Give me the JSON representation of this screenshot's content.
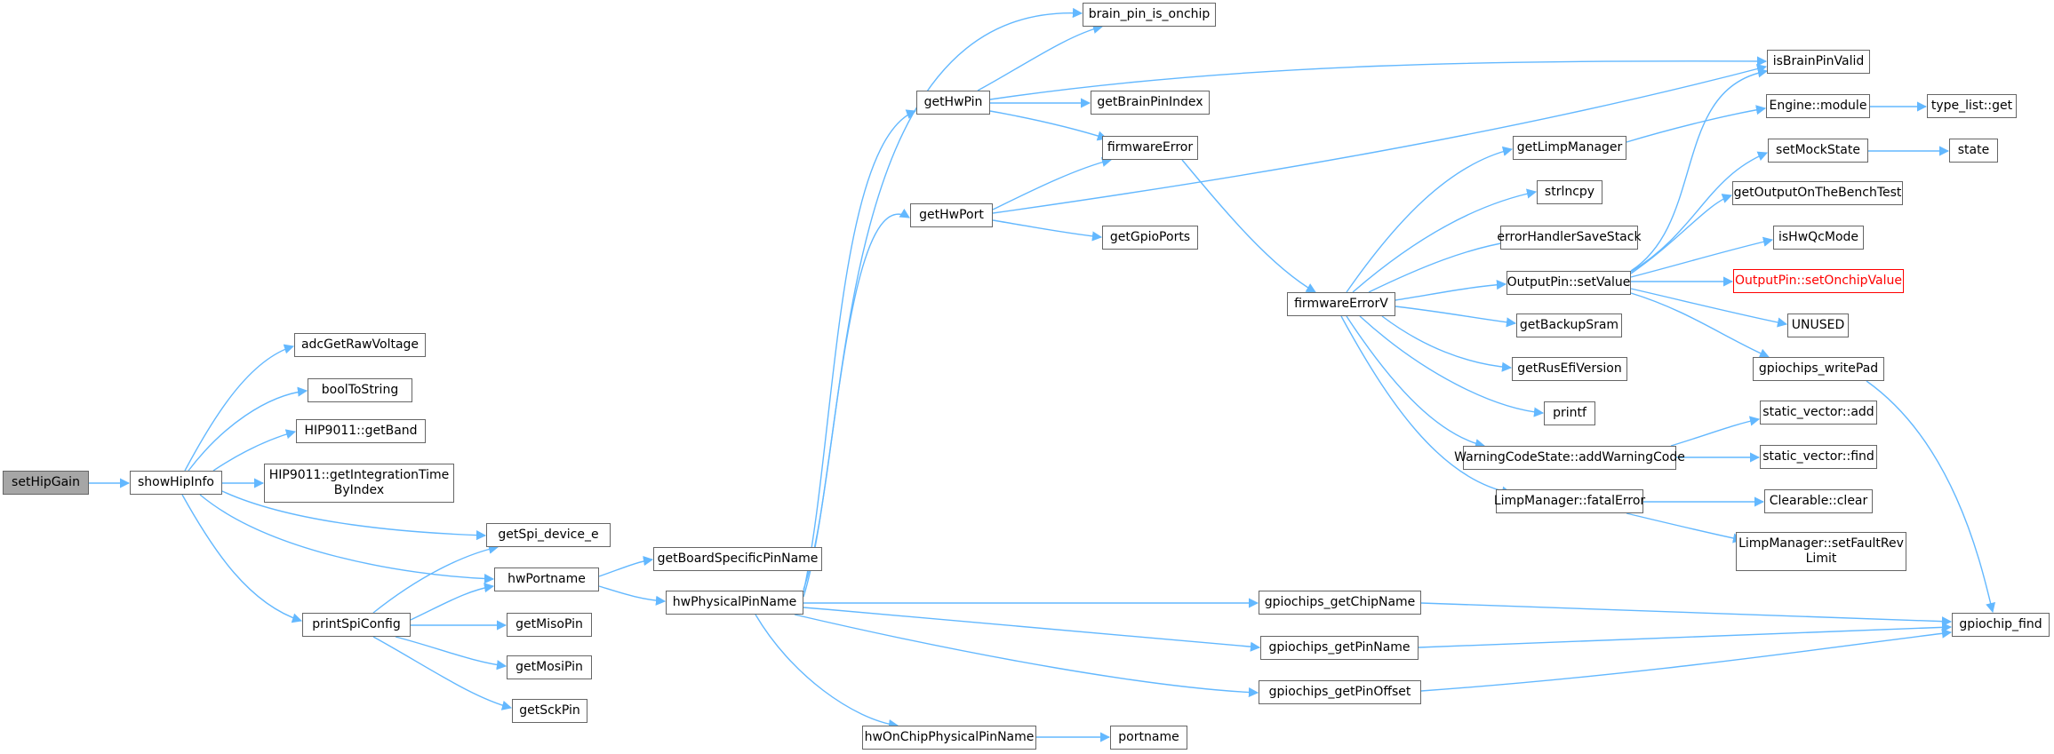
{
  "diagram": {
    "title": "",
    "colors": {
      "edge": "#63b8ff",
      "node_border": "#666666",
      "root_fill": "#a6a6a6",
      "highlight_border": "#ff0000"
    },
    "nodes": {
      "setHipGain": "setHipGain",
      "showHipInfo": "showHipInfo",
      "adcGetRawVoltage": "adcGetRawVoltage",
      "boolToString": "boolToString",
      "HIP9011_getBand": "HIP9011::getBand",
      "HIP9011_getIntegrationTimeByIndex": "HIP9011::getIntegrationTime\nByIndex",
      "getSpi_device_e": "getSpi_device_e",
      "hwPortname": "hwPortname",
      "printSpiConfig": "printSpiConfig",
      "getMisoPin": "getMisoPin",
      "getMosiPin": "getMosiPin",
      "getSckPin": "getSckPin",
      "getBoardSpecificPinName": "getBoardSpecificPinName",
      "hwPhysicalPinName": "hwPhysicalPinName",
      "hwOnChipPhysicalPinName": "hwOnChipPhysicalPinName",
      "portname": "portname",
      "getHwPin": "getHwPin",
      "getHwPort": "getHwPort",
      "brain_pin_is_onchip": "brain_pin_is_onchip",
      "getBrainPinIndex": "getBrainPinIndex",
      "firmwareError": "firmwareError",
      "getGpioPorts": "getGpioPorts",
      "firmwareErrorV": "firmwareErrorV",
      "getLimpManager": "getLimpManager",
      "strlncpy": "strlncpy",
      "errorHandlerSaveStack": "errorHandlerSaveStack",
      "OutputPin_setValue": "OutputPin::setValue",
      "getBackupSram": "getBackupSram",
      "getRusEfiVersion": "getRusEfiVersion",
      "printf": "printf",
      "WarningCodeState_addWarningCode": "WarningCodeState::addWarningCode",
      "LimpManager_fatalError": "LimpManager::fatalError",
      "isBrainPinValid": "isBrainPinValid",
      "Engine_module": "Engine::module",
      "type_list_get": "type_list::get",
      "setMockState": "setMockState",
      "state": "state",
      "getOutputOnTheBenchTest": "getOutputOnTheBenchTest",
      "isHwQcMode": "isHwQcMode",
      "OutputPin_setOnchipValue": "OutputPin::setOnchipValue",
      "UNUSED": "UNUSED",
      "gpiochips_writePad": "gpiochips_writePad",
      "static_vector_add": "static_vector::add",
      "static_vector_find": "static_vector::find",
      "Clearable_clear": "Clearable::clear",
      "LimpManager_setFaultRevLimit": "LimpManager::setFaultRev\nLimit",
      "gpiochips_getChipName": "gpiochips_getChipName",
      "gpiochips_getPinName": "gpiochips_getPinName",
      "gpiochips_getPinOffset": "gpiochips_getPinOffset",
      "gpiochip_find": "gpiochip_find"
    }
  }
}
